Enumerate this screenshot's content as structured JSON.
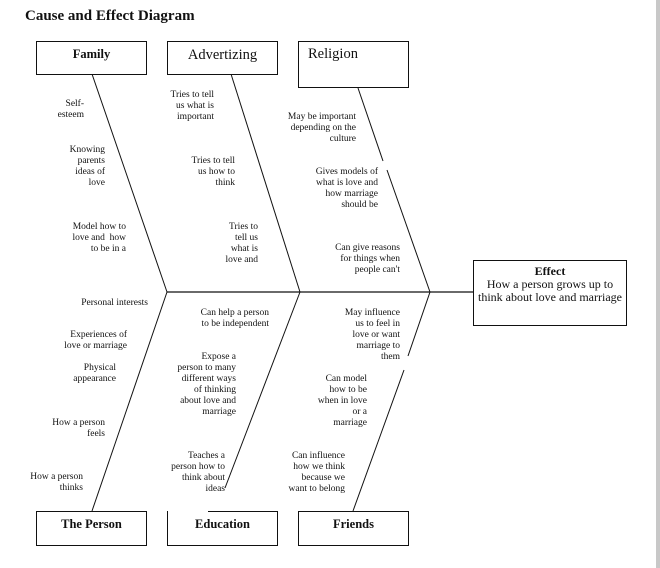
{
  "title": "Cause and Effect Diagram",
  "effect": {
    "heading": "Effect",
    "text": "How a person grows up to think about love and marriage"
  },
  "categories": {
    "family": {
      "label": "Family",
      "notes": [
        "Self-\nesteem",
        "Knowing\nparents\nideas of\nlove",
        "Model how to\nlove and  how\nto be in a"
      ]
    },
    "advertizing": {
      "label": "Advertizing",
      "notes": [
        "Tries to tell\nus what is\nimportant",
        "Tries to tell\nus how to\nthink",
        "Tries to\ntell us\nwhat is\nlove and"
      ]
    },
    "religion": {
      "label": "Religion",
      "notes": [
        "May be important\ndepending on the\nculture",
        "Gives models of\nwhat is love and\nhow marriage\nshould be",
        "Can give reasons\nfor things when\npeople can't"
      ]
    },
    "the_person": {
      "label": "The Person",
      "notes": [
        "Personal interests",
        "Experiences of\nlove or marriage",
        "Physical\nappearance",
        "How a person\nfeels",
        "How a person\nthinks"
      ]
    },
    "education": {
      "label": "Education",
      "notes": [
        "Can help a person\nto be independent",
        "Expose a\nperson to many\ndifferent ways\nof thinking\nabout love and\nmarriage",
        "Teaches a\nperson how to\nthink about\nideas"
      ]
    },
    "friends": {
      "label": "Friends",
      "notes": [
        "May influence\nus to feel in\nlove or want\nmarriage to\nthem",
        "Can model\nhow to be\nwhen in love\nor a\nmarriage",
        "Can influence\nhow we think\nbecause we\nwant to belong"
      ]
    }
  }
}
